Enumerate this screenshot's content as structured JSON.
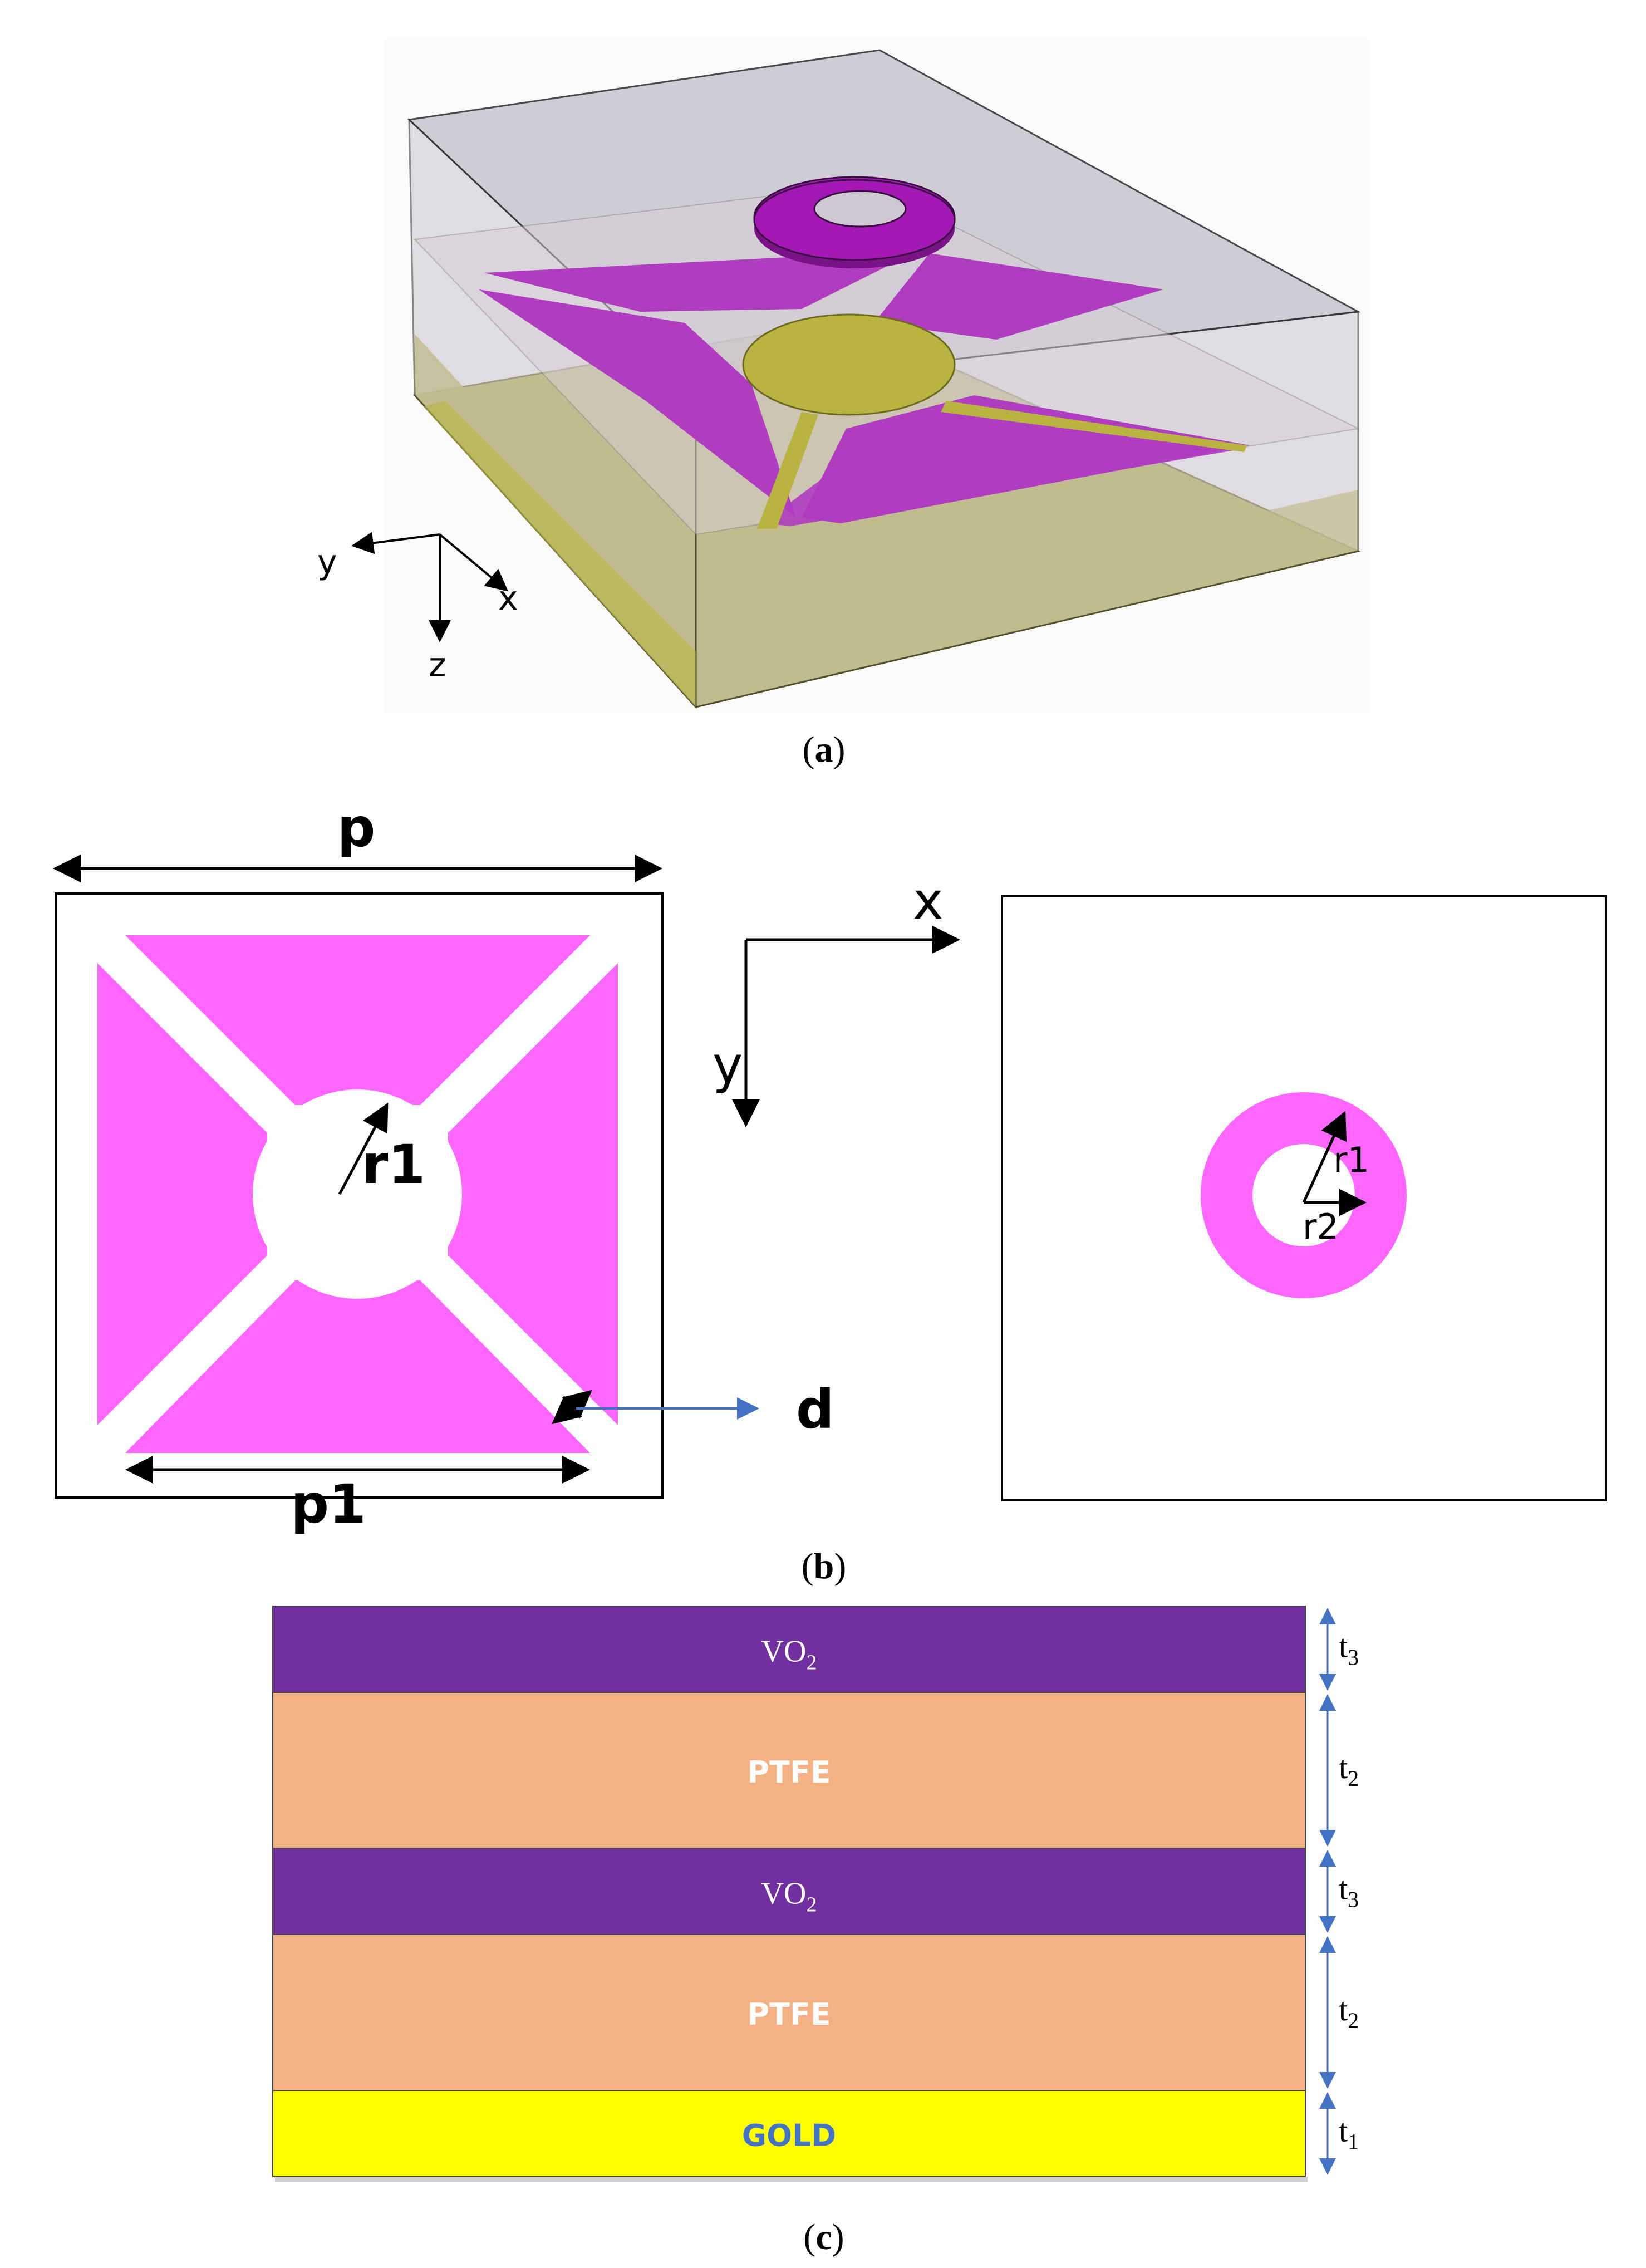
{
  "colors": {
    "metal": "#ff66ff",
    "metal_3d": "#b03cc0",
    "metal_3d_dark": "#8f1fa3",
    "ring_3d": "#a419b6",
    "gold_3d": "#b9b442",
    "glass": "#c9c4cf",
    "vo2": "#7030a0",
    "ptfe": "#f4b183",
    "gold": "#ffff00",
    "gold_label": "#4472c4",
    "dim_arrow": "#4472c4"
  },
  "panel_a": {
    "caption_letter": "a",
    "axes": {
      "x": "x",
      "y": "y",
      "z": "z"
    }
  },
  "panel_b": {
    "caption_letter": "b",
    "labels": {
      "p": "p",
      "p1": "p1",
      "r1": "r1",
      "d": "d",
      "r1_ring": "r1",
      "r2_ring": "r2"
    },
    "axes": {
      "x": "x",
      "y": "y"
    }
  },
  "panel_c": {
    "caption_letter": "c",
    "layers": [
      {
        "name": "VO",
        "sub": "2",
        "material": "vo2",
        "thickness_label": "t",
        "thickness_sub": "3"
      },
      {
        "name": "PTFE",
        "sub": "",
        "material": "ptfe",
        "thickness_label": "t",
        "thickness_sub": "2"
      },
      {
        "name": "VO",
        "sub": "2",
        "material": "vo2",
        "thickness_label": "t",
        "thickness_sub": "3"
      },
      {
        "name": "PTFE",
        "sub": "",
        "material": "ptfe",
        "thickness_label": "t",
        "thickness_sub": "2"
      },
      {
        "name": "GOLD",
        "sub": "",
        "material": "gold",
        "thickness_label": "t",
        "thickness_sub": "1"
      }
    ]
  }
}
